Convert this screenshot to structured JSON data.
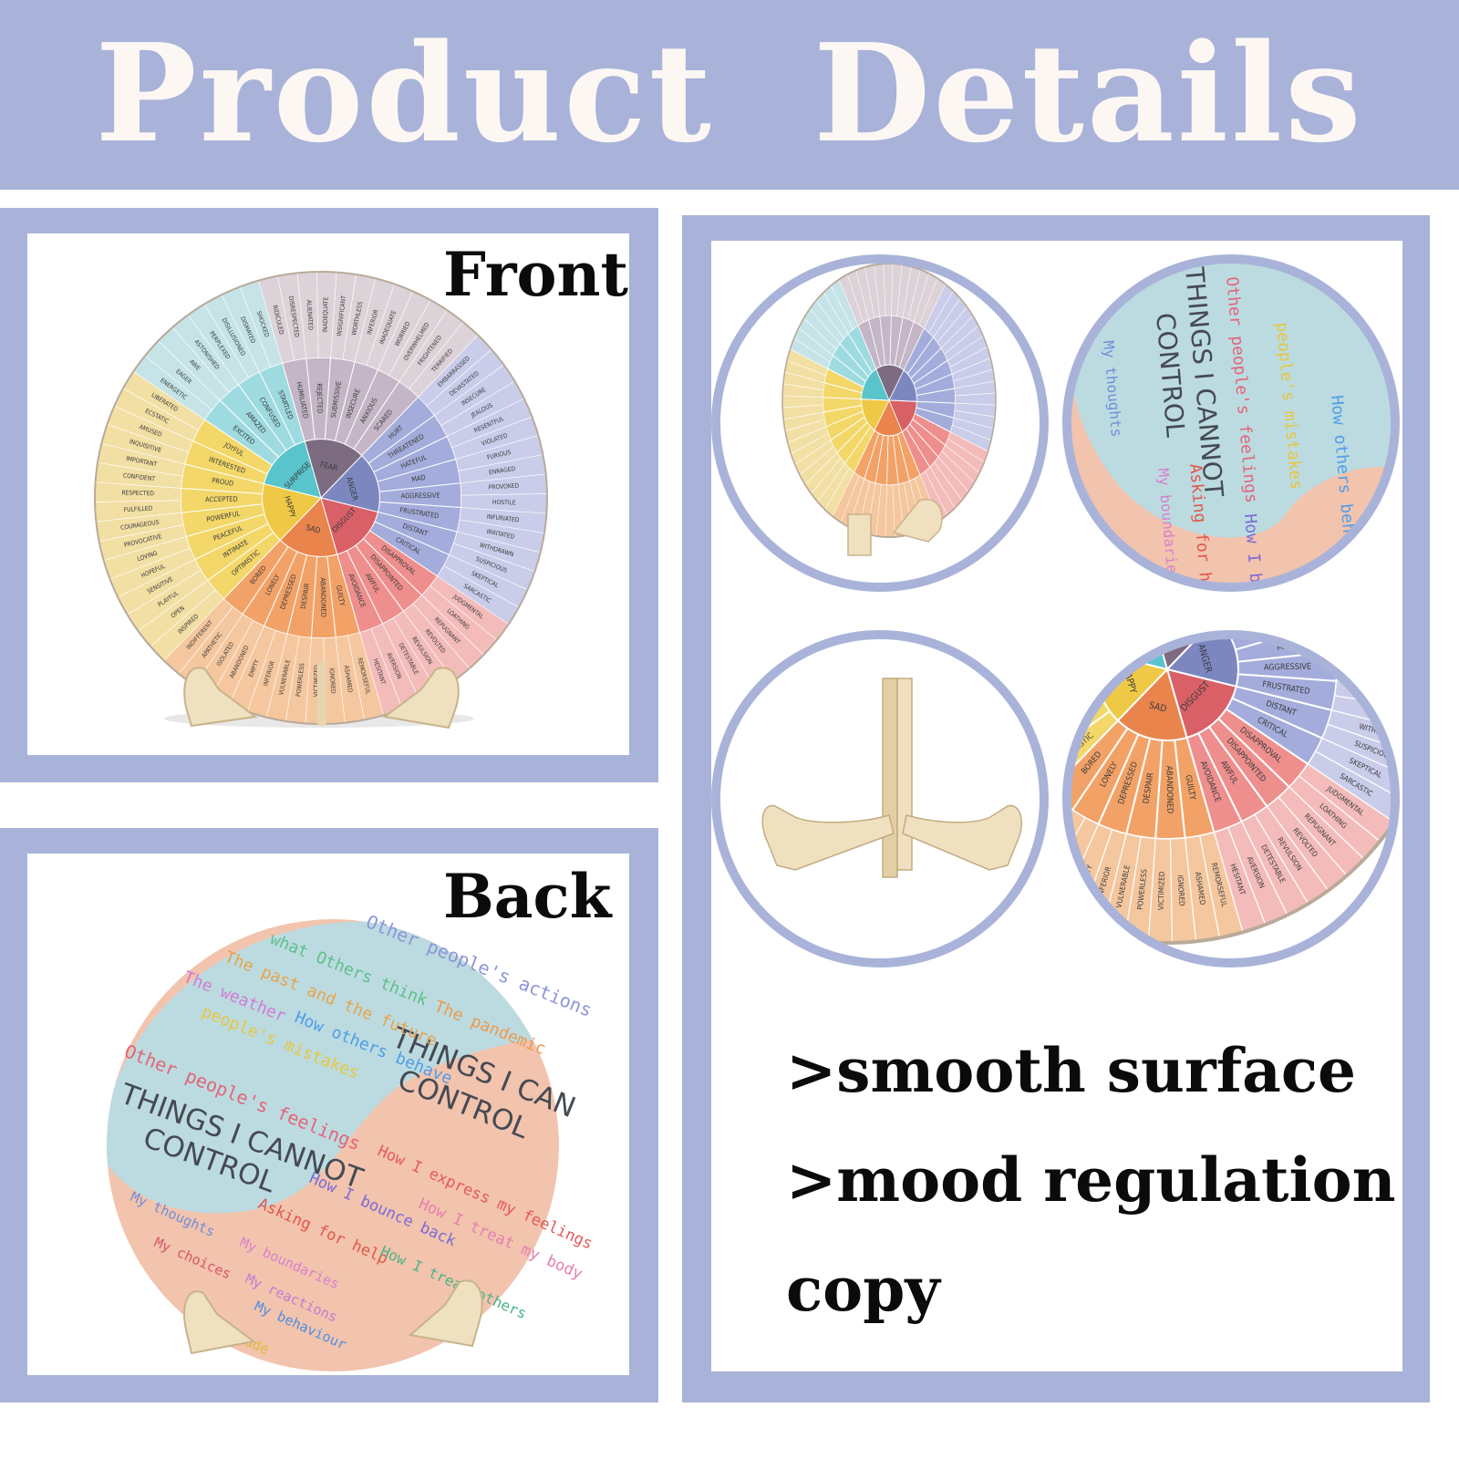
{
  "banner": {
    "title": "Product  Details"
  },
  "front_panel": {
    "label": "Front",
    "wheel": {
      "core": [
        {
          "label": "FEAR",
          "color": "#7d6b82"
        },
        {
          "label": "ANGER",
          "color": "#7c87c0"
        },
        {
          "label": "DISGUST",
          "color": "#d96067"
        },
        {
          "label": "SAD",
          "color": "#e9844d"
        },
        {
          "label": "HAPPY",
          "color": "#efc945"
        },
        {
          "label": "SURPRISE",
          "color": "#59c4cc"
        }
      ],
      "middle": [
        {
          "label": "HUMILIATED",
          "color": "#c4b6c6"
        },
        {
          "label": "REJECTED",
          "color": "#c4b6c6"
        },
        {
          "label": "SUBMISSIVE",
          "color": "#c4b6c6"
        },
        {
          "label": "INSECURE",
          "color": "#c4b6c6"
        },
        {
          "label": "ANXIOUS",
          "color": "#c4b6c6"
        },
        {
          "label": "SCARED",
          "color": "#c4b6c6"
        },
        {
          "label": "HURT",
          "color": "#a3acdb"
        },
        {
          "label": "THREATENED",
          "color": "#a3acdb"
        },
        {
          "label": "HATEFUL",
          "color": "#a3acdb"
        },
        {
          "label": "MAD",
          "color": "#a3acdb"
        },
        {
          "label": "AGGRESSIVE",
          "color": "#a3acdb"
        },
        {
          "label": "FRUSTRATED",
          "color": "#a3acdb"
        },
        {
          "label": "DISTANT",
          "color": "#a3acdb"
        },
        {
          "label": "CRITICAL",
          "color": "#a3acdb"
        },
        {
          "label": "DISAPPROVAL",
          "color": "#ee8f8d"
        },
        {
          "label": "DISAPPOINTED",
          "color": "#ee8f8d"
        },
        {
          "label": "AWFUL",
          "color": "#ee8f8d"
        },
        {
          "label": "AVOIDANCE",
          "color": "#ee8f8d"
        },
        {
          "label": "GUILTY",
          "color": "#f3a267"
        },
        {
          "label": "ABANDONED",
          "color": "#f3a267"
        },
        {
          "label": "DESPAIR",
          "color": "#f3a267"
        },
        {
          "label": "DEPRESSED",
          "color": "#f3a267"
        },
        {
          "label": "LONELY",
          "color": "#f3a267"
        },
        {
          "label": "BORED",
          "color": "#f3a267"
        },
        {
          "label": "OPTIMISTIC",
          "color": "#f3d768"
        },
        {
          "label": "INTIMATE",
          "color": "#f3d768"
        },
        {
          "label": "PEACEFUL",
          "color": "#f3d768"
        },
        {
          "label": "POWERFUL",
          "color": "#f3d768"
        },
        {
          "label": "ACCEPTED",
          "color": "#f3d768"
        },
        {
          "label": "PROUD",
          "color": "#f3d768"
        },
        {
          "label": "INTERESTED",
          "color": "#f3d768"
        },
        {
          "label": "JOYFUL",
          "color": "#f3d768"
        },
        {
          "label": "EXCITED",
          "color": "#9edbe0"
        },
        {
          "label": "AMAZED",
          "color": "#9edbe0"
        },
        {
          "label": "CONFUSED",
          "color": "#9edbe0"
        },
        {
          "label": "STARTLED",
          "color": "#9edbe0"
        }
      ],
      "outer": [
        {
          "label": "RIDICULED",
          "color": "#dcd2d8"
        },
        {
          "label": "DISRESPECTED",
          "color": "#dcd2d8"
        },
        {
          "label": "ALIENATED",
          "color": "#dcd2d8"
        },
        {
          "label": "INADEQUATE",
          "color": "#dcd2d8"
        },
        {
          "label": "INSIGNIFICANT",
          "color": "#dcd2d8"
        },
        {
          "label": "WORTHLESS",
          "color": "#dcd2d8"
        },
        {
          "label": "INFERIOR",
          "color": "#dcd2d8"
        },
        {
          "label": "INADEQUATE",
          "color": "#dcd2d8"
        },
        {
          "label": "WORRIED",
          "color": "#dcd2d8"
        },
        {
          "label": "OVERWHELMED",
          "color": "#dcd2d8"
        },
        {
          "label": "FRIGHTENED",
          "color": "#dcd2d8"
        },
        {
          "label": "TERRIFIED",
          "color": "#dcd2d8"
        },
        {
          "label": "EMBARRASSED",
          "color": "#c9cdea"
        },
        {
          "label": "DEVASTATED",
          "color": "#c9cdea"
        },
        {
          "label": "INSECURE",
          "color": "#c9cdea"
        },
        {
          "label": "JEALOUS",
          "color": "#c9cdea"
        },
        {
          "label": "RESENTFUL",
          "color": "#c9cdea"
        },
        {
          "label": "VIOLATED",
          "color": "#c9cdea"
        },
        {
          "label": "FURIOUS",
          "color": "#c9cdea"
        },
        {
          "label": "ENRAGED",
          "color": "#c9cdea"
        },
        {
          "label": "PROVOKED",
          "color": "#c9cdea"
        },
        {
          "label": "HOSTILE",
          "color": "#c9cdea"
        },
        {
          "label": "INFURIATED",
          "color": "#c9cdea"
        },
        {
          "label": "IRRITATED",
          "color": "#c9cdea"
        },
        {
          "label": "WITHDRAWN",
          "color": "#c9cdea"
        },
        {
          "label": "SUSPICIOUS",
          "color": "#c9cdea"
        },
        {
          "label": "SKEPTICAL",
          "color": "#c9cdea"
        },
        {
          "label": "SARCASTIC",
          "color": "#c9cdea"
        },
        {
          "label": "JUDGMENTAL",
          "color": "#f3bcbb"
        },
        {
          "label": "LOATHING",
          "color": "#f3bcbb"
        },
        {
          "label": "REPUGNANT",
          "color": "#f3bcbb"
        },
        {
          "label": "REVOLTED",
          "color": "#f3bcbb"
        },
        {
          "label": "REVULSION",
          "color": "#f3bcbb"
        },
        {
          "label": "DETESTABLE",
          "color": "#f3bcbb"
        },
        {
          "label": "AVERSION",
          "color": "#f3bcbb"
        },
        {
          "label": "HESITANT",
          "color": "#f3bcbb"
        },
        {
          "label": "REMORSEFUL",
          "color": "#f5c79e"
        },
        {
          "label": "ASHAMED",
          "color": "#f5c79e"
        },
        {
          "label": "IGNORED",
          "color": "#f5c79e"
        },
        {
          "label": "VICTIMIZED",
          "color": "#f5c79e"
        },
        {
          "label": "POWERLESS",
          "color": "#f5c79e"
        },
        {
          "label": "VULNERABLE",
          "color": "#f5c79e"
        },
        {
          "label": "INFERIOR",
          "color": "#f5c79e"
        },
        {
          "label": "EMPTY",
          "color": "#f5c79e"
        },
        {
          "label": "ABANDONED",
          "color": "#f5c79e"
        },
        {
          "label": "ISOLATED",
          "color": "#f5c79e"
        },
        {
          "label": "APATHETIC",
          "color": "#f5c79e"
        },
        {
          "label": "INDIFFERENT",
          "color": "#f5c79e"
        },
        {
          "label": "INSPIRED",
          "color": "#f2dfa4"
        },
        {
          "label": "OPEN",
          "color": "#f2dfa4"
        },
        {
          "label": "PLAYFUL",
          "color": "#f2dfa4"
        },
        {
          "label": "SENSITIVE",
          "color": "#f2dfa4"
        },
        {
          "label": "HOPEFUL",
          "color": "#f2dfa4"
        },
        {
          "label": "LOVING",
          "color": "#f2dfa4"
        },
        {
          "label": "PROVOCATIVE",
          "color": "#f2dfa4"
        },
        {
          "label": "COURAGEOUS",
          "color": "#f2dfa4"
        },
        {
          "label": "FULFILLED",
          "color": "#f2dfa4"
        },
        {
          "label": "RESPECTED",
          "color": "#f2dfa4"
        },
        {
          "label": "CONFIDENT",
          "color": "#f2dfa4"
        },
        {
          "label": "IMPORTANT",
          "color": "#f2dfa4"
        },
        {
          "label": "INQUISITIVE",
          "color": "#f2dfa4"
        },
        {
          "label": "AMUSED",
          "color": "#f2dfa4"
        },
        {
          "label": "ECSTATIC",
          "color": "#f2dfa4"
        },
        {
          "label": "LIBERATED",
          "color": "#f2dfa4"
        },
        {
          "label": "ENERGETIC",
          "color": "#c6e4e8"
        },
        {
          "label": "EAGER",
          "color": "#c6e4e8"
        },
        {
          "label": "AWE",
          "color": "#c6e4e8"
        },
        {
          "label": "ASTONISHED",
          "color": "#c6e4e8"
        },
        {
          "label": "PERPLEXED",
          "color": "#c6e4e8"
        },
        {
          "label": "DISILLUSIONED",
          "color": "#c6e4e8"
        },
        {
          "label": "DISMAYED",
          "color": "#c6e4e8"
        },
        {
          "label": "SHOCKED",
          "color": "#c6e4e8"
        }
      ]
    }
  },
  "back_panel": {
    "label": "Back",
    "cannot_control_title": [
      "THINGS I CANNOT",
      "CONTROL"
    ],
    "can_control_title": [
      "THINGS I CAN",
      "CONTROL"
    ],
    "cannot_items": [
      {
        "text": "Other people's actions",
        "color": "#8e95d8"
      },
      {
        "text": "what Others think",
        "color": "#5ebf8a"
      },
      {
        "text": "The past and the future",
        "color": "#e8a34a"
      },
      {
        "text": "The weather",
        "color": "#d07ad8"
      },
      {
        "text": "How others behave",
        "color": "#4f9de8"
      },
      {
        "text": "people's mistakes",
        "color": "#e7c640"
      },
      {
        "text": "Other people's feelings",
        "color": "#e2657a"
      },
      {
        "text": "The pandemic",
        "color": "#ec9a4e"
      }
    ],
    "can_items": [
      {
        "text": "How I express my feelings",
        "color": "#e55a5a"
      },
      {
        "text": "How I bounce back",
        "color": "#7b6ad6"
      },
      {
        "text": "How I treat my body",
        "color": "#e57fb0"
      },
      {
        "text": "Asking for help",
        "color": "#e0574b"
      },
      {
        "text": "My thoughts",
        "color": "#6f8fd8"
      },
      {
        "text": "My boundaries",
        "color": "#d87fcf"
      },
      {
        "text": "How I treat others",
        "color": "#4bb387"
      },
      {
        "text": "My choices",
        "color": "#d9546a"
      },
      {
        "text": "My reactions",
        "color": "#c57ad0"
      },
      {
        "text": "My behaviour",
        "color": "#4f8ee0"
      },
      {
        "text": "attitude",
        "color": "#e2b93b"
      }
    ]
  },
  "features": [
    ">smooth surface",
    ">mood regulation",
    "copy"
  ],
  "colors": {
    "frame": "#a9b3d9",
    "banner_text": "#fdf7f4",
    "wood_stand": "#efe0c0",
    "back_blue": "#bcdbe0",
    "back_peach": "#f2c3ad"
  }
}
